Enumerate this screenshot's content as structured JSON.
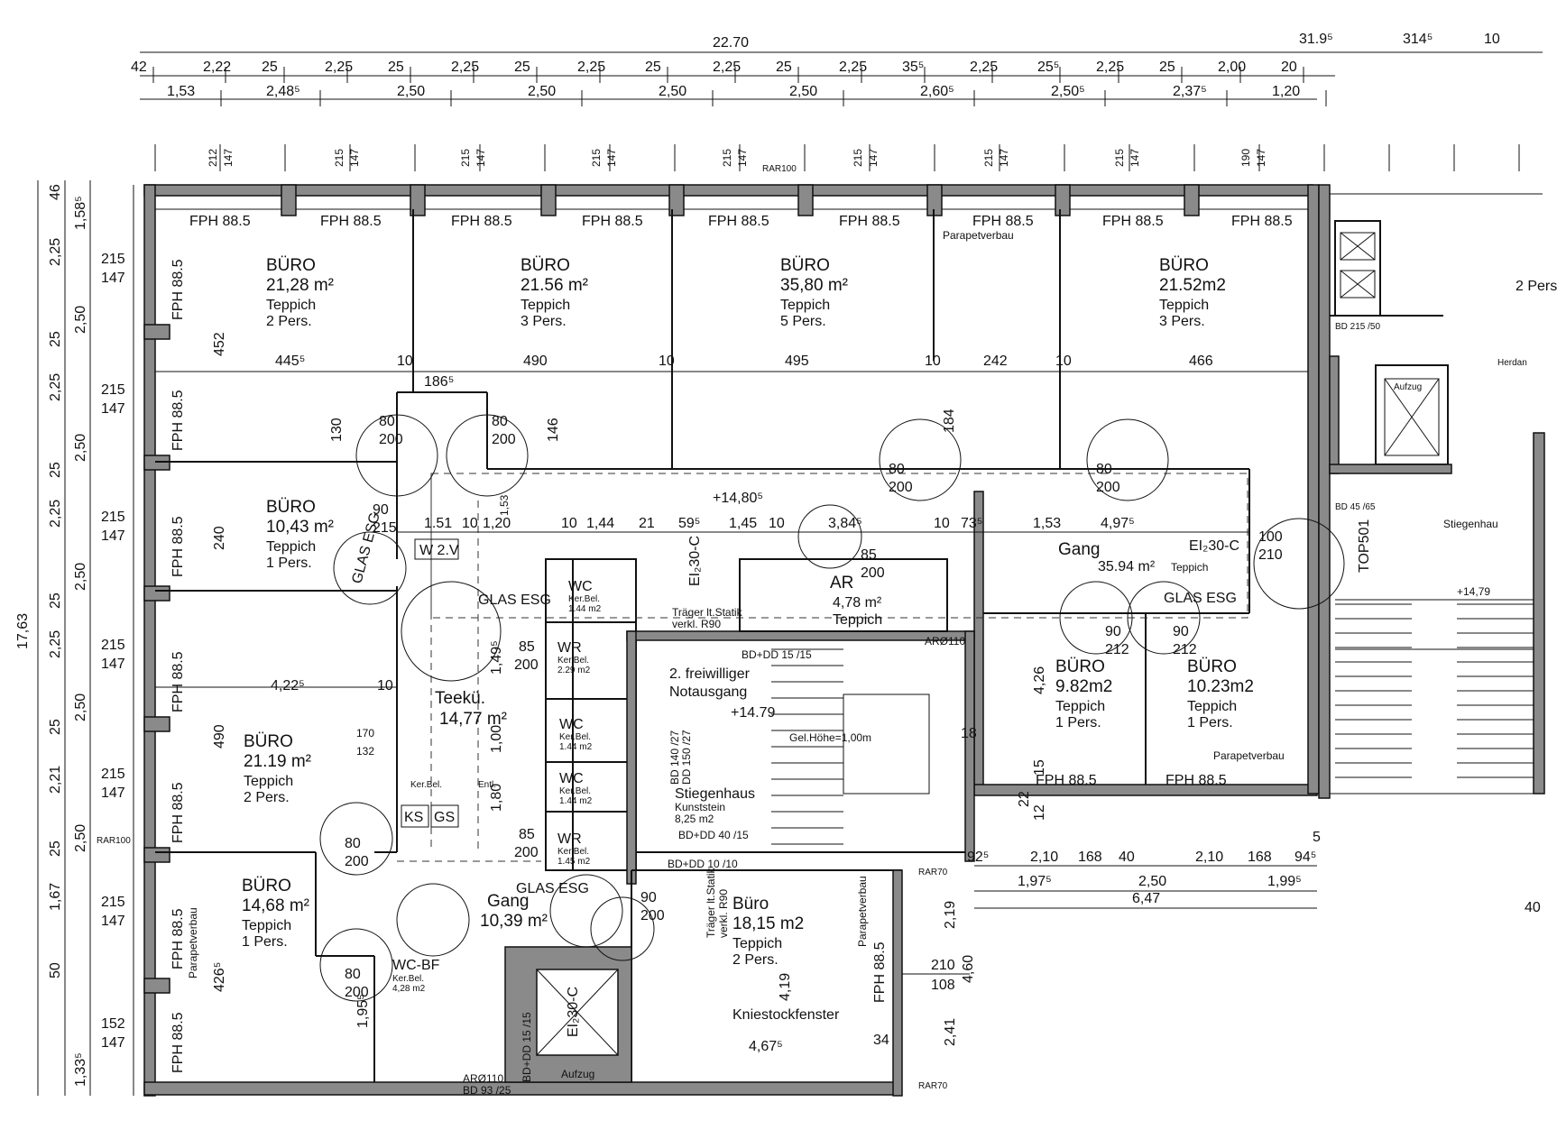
{
  "dim_top": {
    "overall": "22.70",
    "overall_right": [
      "31.9⁵",
      "314⁵",
      "10"
    ],
    "row2": [
      "42",
      "2,22",
      "25",
      "2,25",
      "25",
      "2,25",
      "25",
      "2,25",
      "25",
      "2,25",
      "25",
      "2,25",
      "35⁵",
      "2,25",
      "25⁵",
      "2,25",
      "25",
      "2,00",
      "20"
    ],
    "row3": [
      "1,53",
      "2,48⁵",
      "2,50",
      "2,50",
      "2,50",
      "2,50",
      "2,60⁵",
      "2,50⁵",
      "2,37⁵",
      "1,20"
    ]
  },
  "dim_left": {
    "overall": "17,63",
    "col_outer": [
      "46",
      "2,25",
      "25",
      "2,25",
      "25",
      "2,25",
      "25",
      "2,25",
      "25",
      "2,21",
      "25",
      "1,67",
      "50"
    ],
    "col_inner": [
      "1,58⁵",
      "2,50",
      "2,50",
      "2,50",
      "2,50",
      "2,50",
      "1,33⁵"
    ],
    "windows": [
      "215",
      "147",
      "215",
      "147",
      "215",
      "147",
      "215",
      "147",
      "215",
      "147",
      "215",
      "147",
      "152",
      "147"
    ]
  },
  "window_heights": [
    "212 147",
    "215 147",
    "215 147",
    "215 147",
    "215 147",
    "215 147",
    "215 147",
    "215 147",
    "190 147"
  ],
  "fph": "FPH 88.5",
  "rooms": [
    {
      "name": "BÜRO",
      "area": "21,28 m²",
      "floor": "Teppich",
      "pers": "2 Pers."
    },
    {
      "name": "BÜRO",
      "area": "21.56 m²",
      "floor": "Teppich",
      "pers": "3 Pers."
    },
    {
      "name": "BÜRO",
      "area": "35,80 m²",
      "floor": "Teppich",
      "pers": "5 Pers."
    },
    {
      "name": "BÜRO",
      "area": "21.52m2",
      "floor": "Teppich",
      "pers": "3 Pers."
    },
    {
      "name": "BÜRO",
      "area": "10,43 m²",
      "floor": "Teppich",
      "pers": "1 Pers."
    },
    {
      "name": "BÜRO",
      "area": "21.19 m²",
      "floor": "Teppich",
      "pers": "2 Pers."
    },
    {
      "name": "BÜRO",
      "area": "14,68 m²",
      "floor": "Teppich",
      "pers": "1 Pers."
    },
    {
      "name": "Büro",
      "area": "18,15 m2",
      "floor": "Teppich",
      "pers": "2 Pers."
    },
    {
      "name": "BÜRO",
      "area": "9.82m2",
      "floor": "Teppich",
      "pers": "1 Pers."
    },
    {
      "name": "BÜRO",
      "area": "10.23m2",
      "floor": "Teppich",
      "pers": "1 Pers."
    }
  ],
  "special_rooms": {
    "gang1": {
      "name": "Gang",
      "area": "35.94 m²",
      "floor": "Teppich"
    },
    "gang2": {
      "name": "Gang",
      "area": "10,39 m²"
    },
    "ar": {
      "name": "AR",
      "area": "4,78 m²",
      "floor": "Teppich"
    },
    "teekue": {
      "name": "Teekü.",
      "area": "14,77 m²"
    },
    "stiegenhaus": {
      "name": "Stiegenhaus",
      "mat": "Kunststein",
      "area": "8,25 m2"
    },
    "notausgang": {
      "line1": "2. freiwilliger",
      "line2": "Notausgang"
    },
    "aufzug": "Aufzug",
    "wc_bf": {
      "name": "WC-BF",
      "line1": "Ker.Bel.",
      "line2": "4,28 m2"
    }
  },
  "wc": [
    {
      "name": "WC",
      "bel": "Ker.Bel.",
      "area": "1.44 m2"
    },
    {
      "name": "WR",
      "bel": "Ker.Bel.",
      "area": "2.29 m2"
    },
    {
      "name": "WC",
      "bel": "Ker.Bel.",
      "area": "1.44 m2"
    },
    {
      "name": "WC",
      "bel": "Ker.Bel.",
      "area": "1.44 m2"
    },
    {
      "name": "WR",
      "bel": "Ker.Bel.",
      "area": "1.45 m2"
    }
  ],
  "labels": {
    "glas_esg": "GLAS ESG",
    "parapet": "Parapetverbau",
    "ei30": "EI₂30-C",
    "kniestock": "Kniestockfenster",
    "level": "+14,80⁵",
    "level2": "+14.79",
    "level3": "+14,79",
    "rar100": "RAR100",
    "rar70": "RAR70",
    "ar0110": "ARØ110",
    "bd93": "BD 93 /25",
    "ar0110b": "ARØ110",
    "gel_hoehe": "Gel.Höhe=1,00m",
    "traeger1": "Träger lt.Statik",
    "traeger2": "verkl. R90",
    "traeger_v1": "Träger lt.Statik",
    "traeger_v2": "verkl. R90",
    "w2v": "W 2.V",
    "ks": "KS",
    "gs": "GS",
    "kerbel": "Ker.Bel.",
    "entl": "Entl.",
    "top501": "TOP501",
    "stiegenhaus_r": "Stiegenhau",
    "bd_dd_1": "BD+DD 15 /15",
    "bd_dd_2": "BD+DD 40 /15",
    "bd_dd_3": "BD+DD 10 /10",
    "bd_140": "BD 140 /27",
    "dd_150": "DD 150 /27",
    "bd_dd_4": "BD+DD 15 /15",
    "bd215": "BD 215 /50",
    "bd45": "BD 45 /65",
    "aufzug_r": "Aufzug",
    "herd": "Herdan",
    "2pers": "2 Pers"
  },
  "inner_dims": {
    "row1": [
      "445⁵",
      "10",
      "490",
      "10",
      "495",
      "10",
      "242",
      "10",
      "466"
    ],
    "d186": "186⁵",
    "d452": "452",
    "d130": "130",
    "d146": "146",
    "d184": "184",
    "d240": "240",
    "d490": "490",
    "d426": "426⁵",
    "d195": "1,95⁵",
    "d422": "4,22⁵",
    "d10a": "10",
    "d170": "170",
    "d132": "132",
    "gang_row": [
      "10",
      "1,20",
      "10",
      "1,44",
      "21",
      "59⁵",
      "1,45",
      "10",
      "3,84⁵",
      "10",
      "73⁵",
      "1,53",
      "4,97⁵"
    ],
    "d153": "1,53",
    "d151": "1.51",
    "d426b": "4,26",
    "d18": "18",
    "d419": "4,19",
    "d467": "4,67⁵",
    "d460": "4,60",
    "d219": "2,19",
    "d241": "2,41",
    "d34": "34",
    "d210": "210",
    "d108": "108",
    "bottom_row1": [
      "92⁵",
      "2,10",
      "168",
      "40",
      "2,10",
      "168",
      "94⁵"
    ],
    "bottom_row2": [
      "1,97⁵",
      "2,50",
      "1,99⁵"
    ],
    "bottom_overall": "6,47",
    "d40": "40",
    "d5": "5",
    "d12": "12",
    "d22": "22",
    "d15": "15",
    "d219b": "2,19",
    "d18b": "18",
    "d149": "1,49⁵",
    "d85": "85",
    "d200": "200",
    "d100": "1,00",
    "d180": "1,80"
  },
  "doors": [
    {
      "w": "80",
      "h": "200"
    },
    {
      "w": "80",
      "h": "200"
    },
    {
      "w": "80",
      "h": "200"
    },
    {
      "w": "80",
      "h": "200"
    },
    {
      "w": "90",
      "h": "215"
    },
    {
      "w": "90",
      "h": "212"
    },
    {
      "w": "90",
      "h": "212"
    },
    {
      "w": "85",
      "h": "200"
    },
    {
      "w": "80",
      "h": "200"
    },
    {
      "w": "80",
      "h": "200"
    },
    {
      "w": "90",
      "h": "200"
    },
    {
      "w": "100",
      "h": "210"
    }
  ]
}
